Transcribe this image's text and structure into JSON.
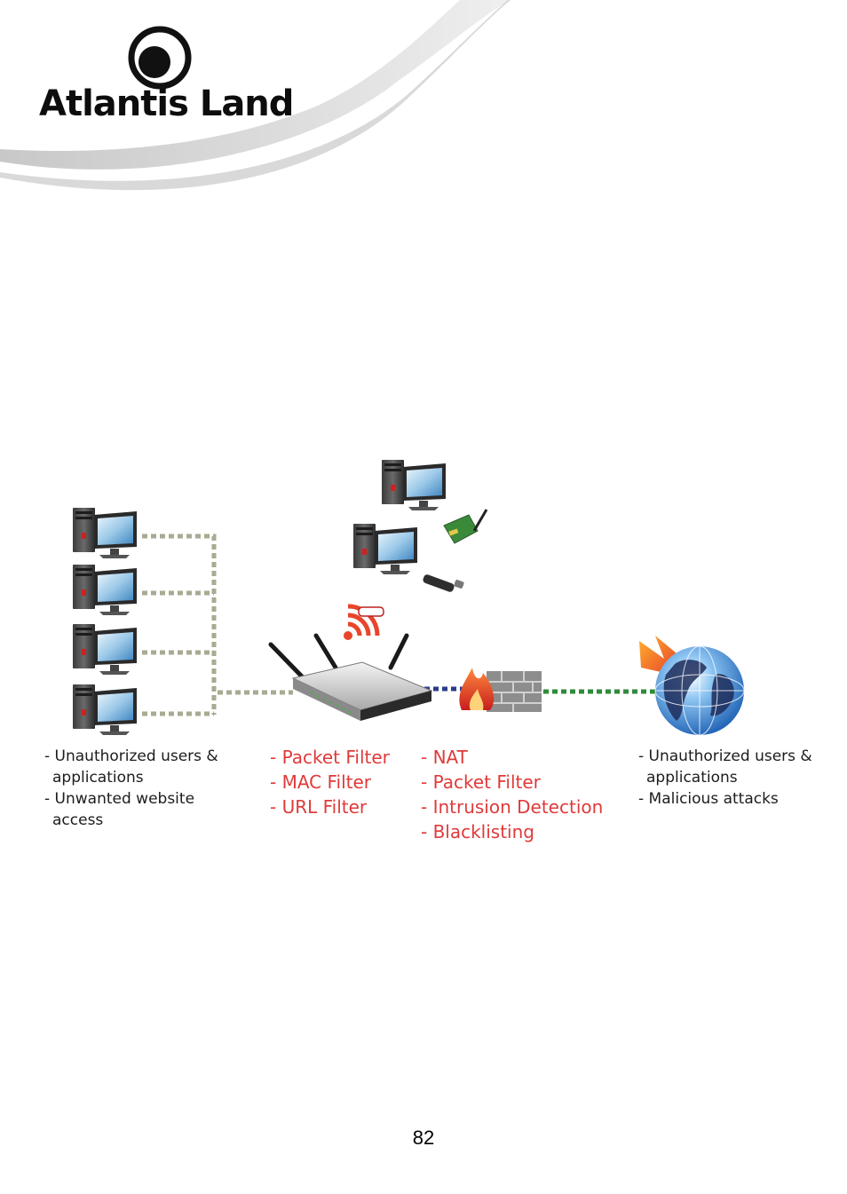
{
  "brand": {
    "name": "Atlantis Land"
  },
  "left_notes": [
    "- Unauthorized users &",
    "applications",
    "- Unwanted website",
    "access"
  ],
  "router_features": [
    "- Packet Filter",
    "- MAC Filter",
    "- URL Filter"
  ],
  "firewall_features": [
    "- NAT",
    "- Packet Filter",
    "- Intrusion Detection",
    "- Blacklisting"
  ],
  "right_notes": [
    "- Unauthorized users &",
    "applications",
    "- Malicious attacks"
  ],
  "colors": {
    "link_lan": "#a9aa92",
    "link_wan_dsl": "#2b3b8c",
    "link_internet": "#2f8a3a",
    "feature_text": "#e03a3a"
  },
  "page_number": "82"
}
